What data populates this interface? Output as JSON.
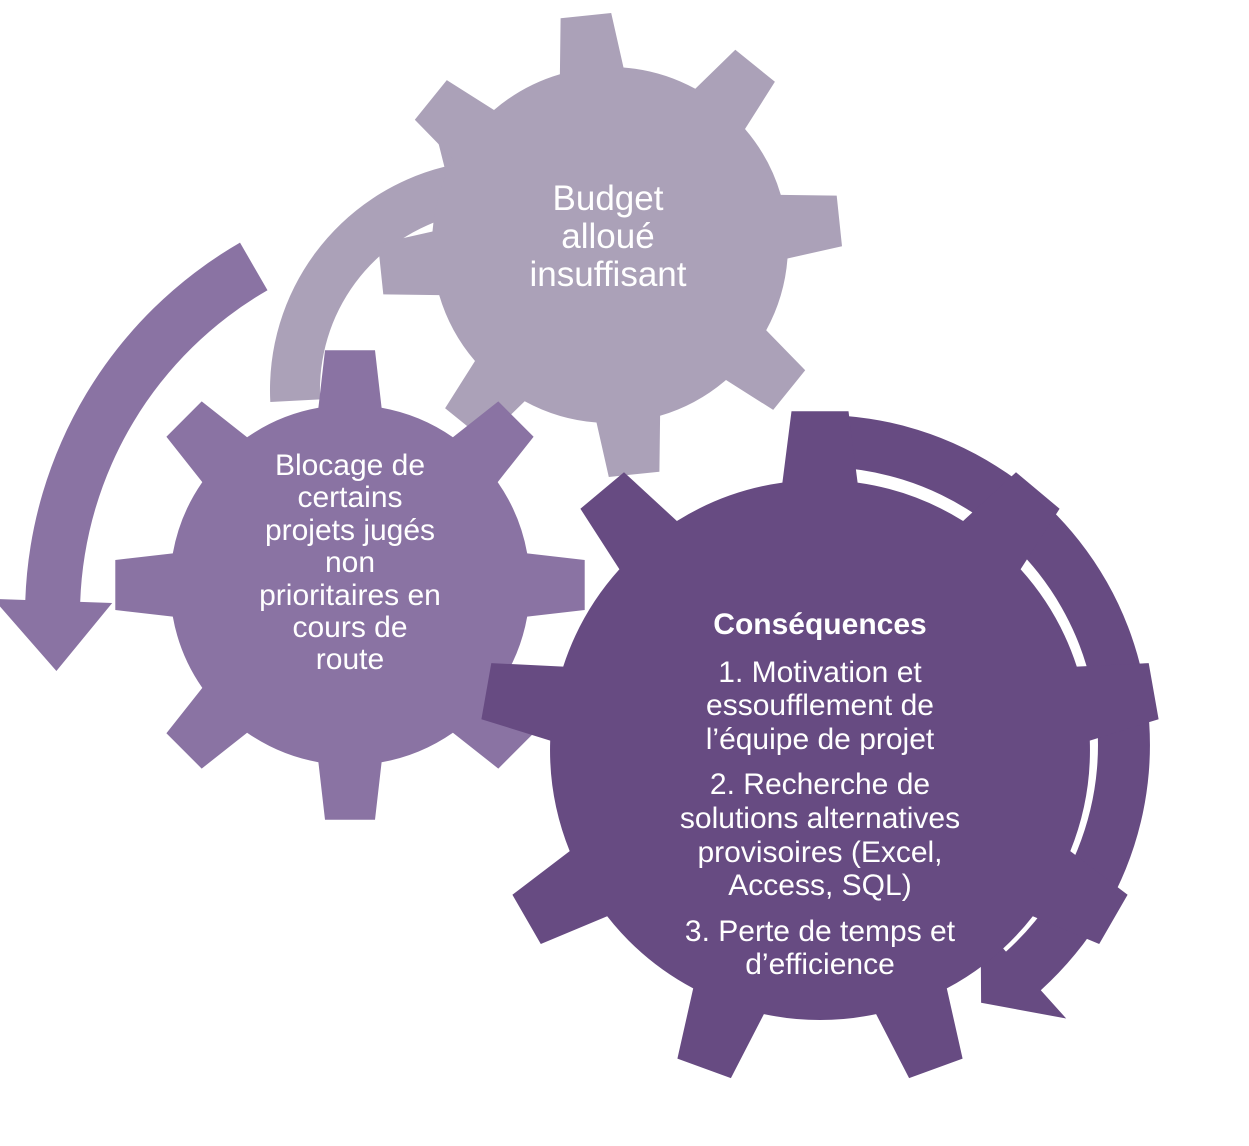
{
  "colors": {
    "gear_budget": "#aba1b8",
    "gear_blocage": "#8a73a3",
    "gear_consequences": "#674b82",
    "arrow_top": "#aba1b8",
    "arrow_left": "#8a73a3",
    "arrow_right": "#674b82",
    "text": "#ffffff"
  },
  "gears": {
    "budget": {
      "lines": [
        "Budget",
        "alloué",
        "insuffisant"
      ]
    },
    "blocage": {
      "lines": [
        "Blocage de",
        "certains",
        "projets jugés",
        "non",
        "prioritaires en",
        "cours de",
        "route"
      ]
    },
    "consequences": {
      "title": "Conséquences",
      "items": [
        {
          "lines": [
            "1. Motivation et",
            "essoufflement de",
            "l’équipe de projet"
          ]
        },
        {
          "lines": [
            "2. Recherche de",
            "solutions alternatives",
            "provisoires (Excel,",
            "Access, SQL)"
          ]
        },
        {
          "lines": [
            "3. Perte de temps et",
            "d’efficience"
          ]
        }
      ]
    }
  }
}
